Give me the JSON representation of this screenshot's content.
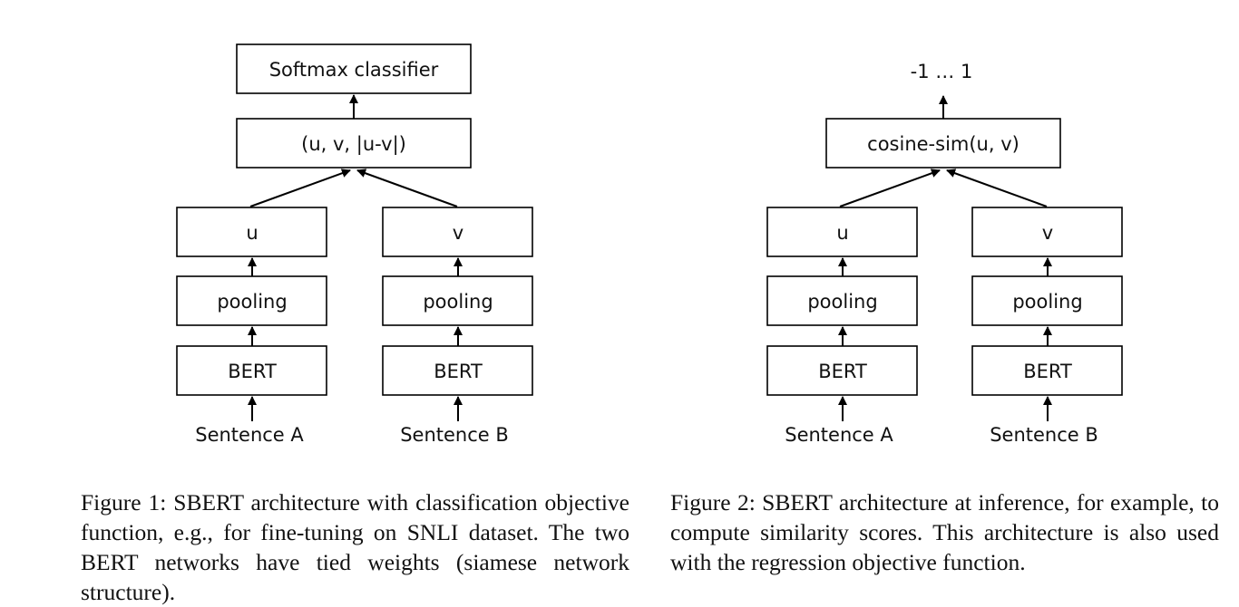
{
  "figure1": {
    "top": "Softmax classifier",
    "concat": "(u, v, |u-v|)",
    "left_vector": "u",
    "right_vector": "v",
    "left_pooling": "pooling",
    "right_pooling": "pooling",
    "left_bert": "BERT",
    "right_bert": "BERT",
    "left_input": "Sentence A",
    "right_input": "Sentence B",
    "caption": "Figure 1: SBERT architecture with classification objective function, e.g., for fine-tuning on SNLI dataset. The two BERT networks have tied weights (siamese network structure)."
  },
  "figure2": {
    "output": "-1 … 1",
    "similarity": "cosine-sim(u, v)",
    "left_vector": "u",
    "right_vector": "v",
    "left_pooling": "pooling",
    "right_pooling": "pooling",
    "left_bert": "BERT",
    "right_bert": "BERT",
    "left_input": "Sentence A",
    "right_input": "Sentence B",
    "caption": "Figure 2: SBERT architecture at inference, for example, to compute similarity scores. This architecture is also used with the regression objective function."
  }
}
